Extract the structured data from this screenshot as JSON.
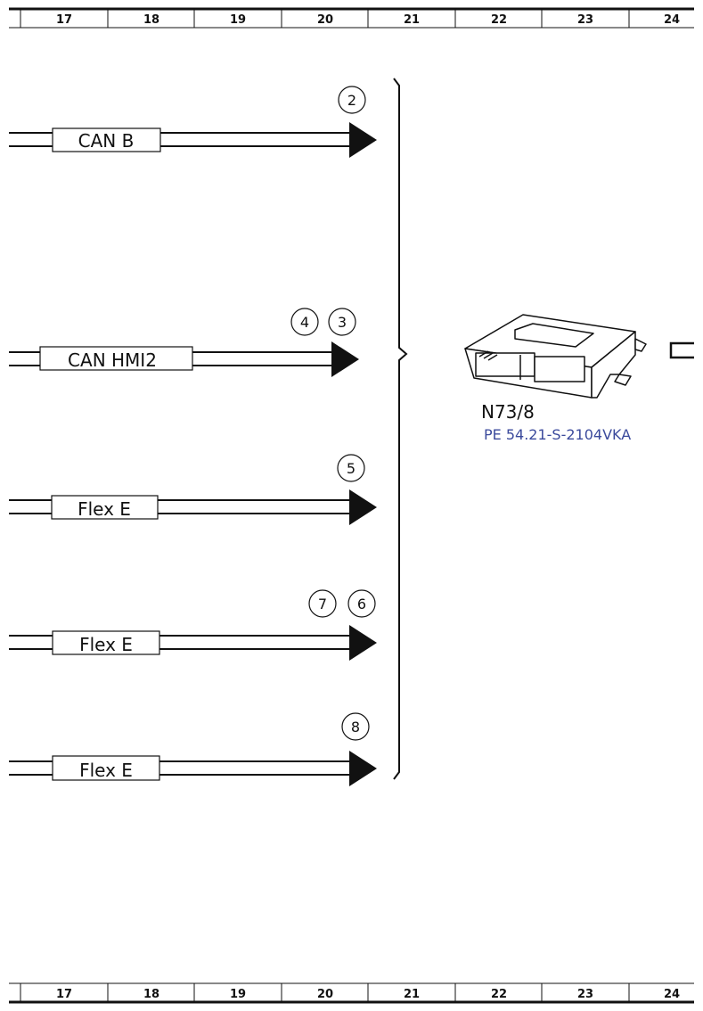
{
  "ruler": {
    "columns": [
      "17",
      "18",
      "19",
      "20",
      "21",
      "22",
      "23",
      "24"
    ]
  },
  "buses": [
    {
      "label": "CAN B",
      "markers": [
        "2"
      ]
    },
    {
      "label": "CAN HMI2",
      "markers": [
        "4",
        "3"
      ]
    },
    {
      "label": "Flex E",
      "markers": [
        "5"
      ]
    },
    {
      "label": "Flex E",
      "markers": [
        "7",
        "6"
      ]
    },
    {
      "label": "Flex E",
      "markers": [
        "8"
      ]
    }
  ],
  "component": {
    "code": "N73/8",
    "reference": "PE 54.21-S-2104VKA",
    "reference_color": "#3b4a9c"
  },
  "colors": {
    "line": "#111111",
    "background": "#ffffff"
  }
}
